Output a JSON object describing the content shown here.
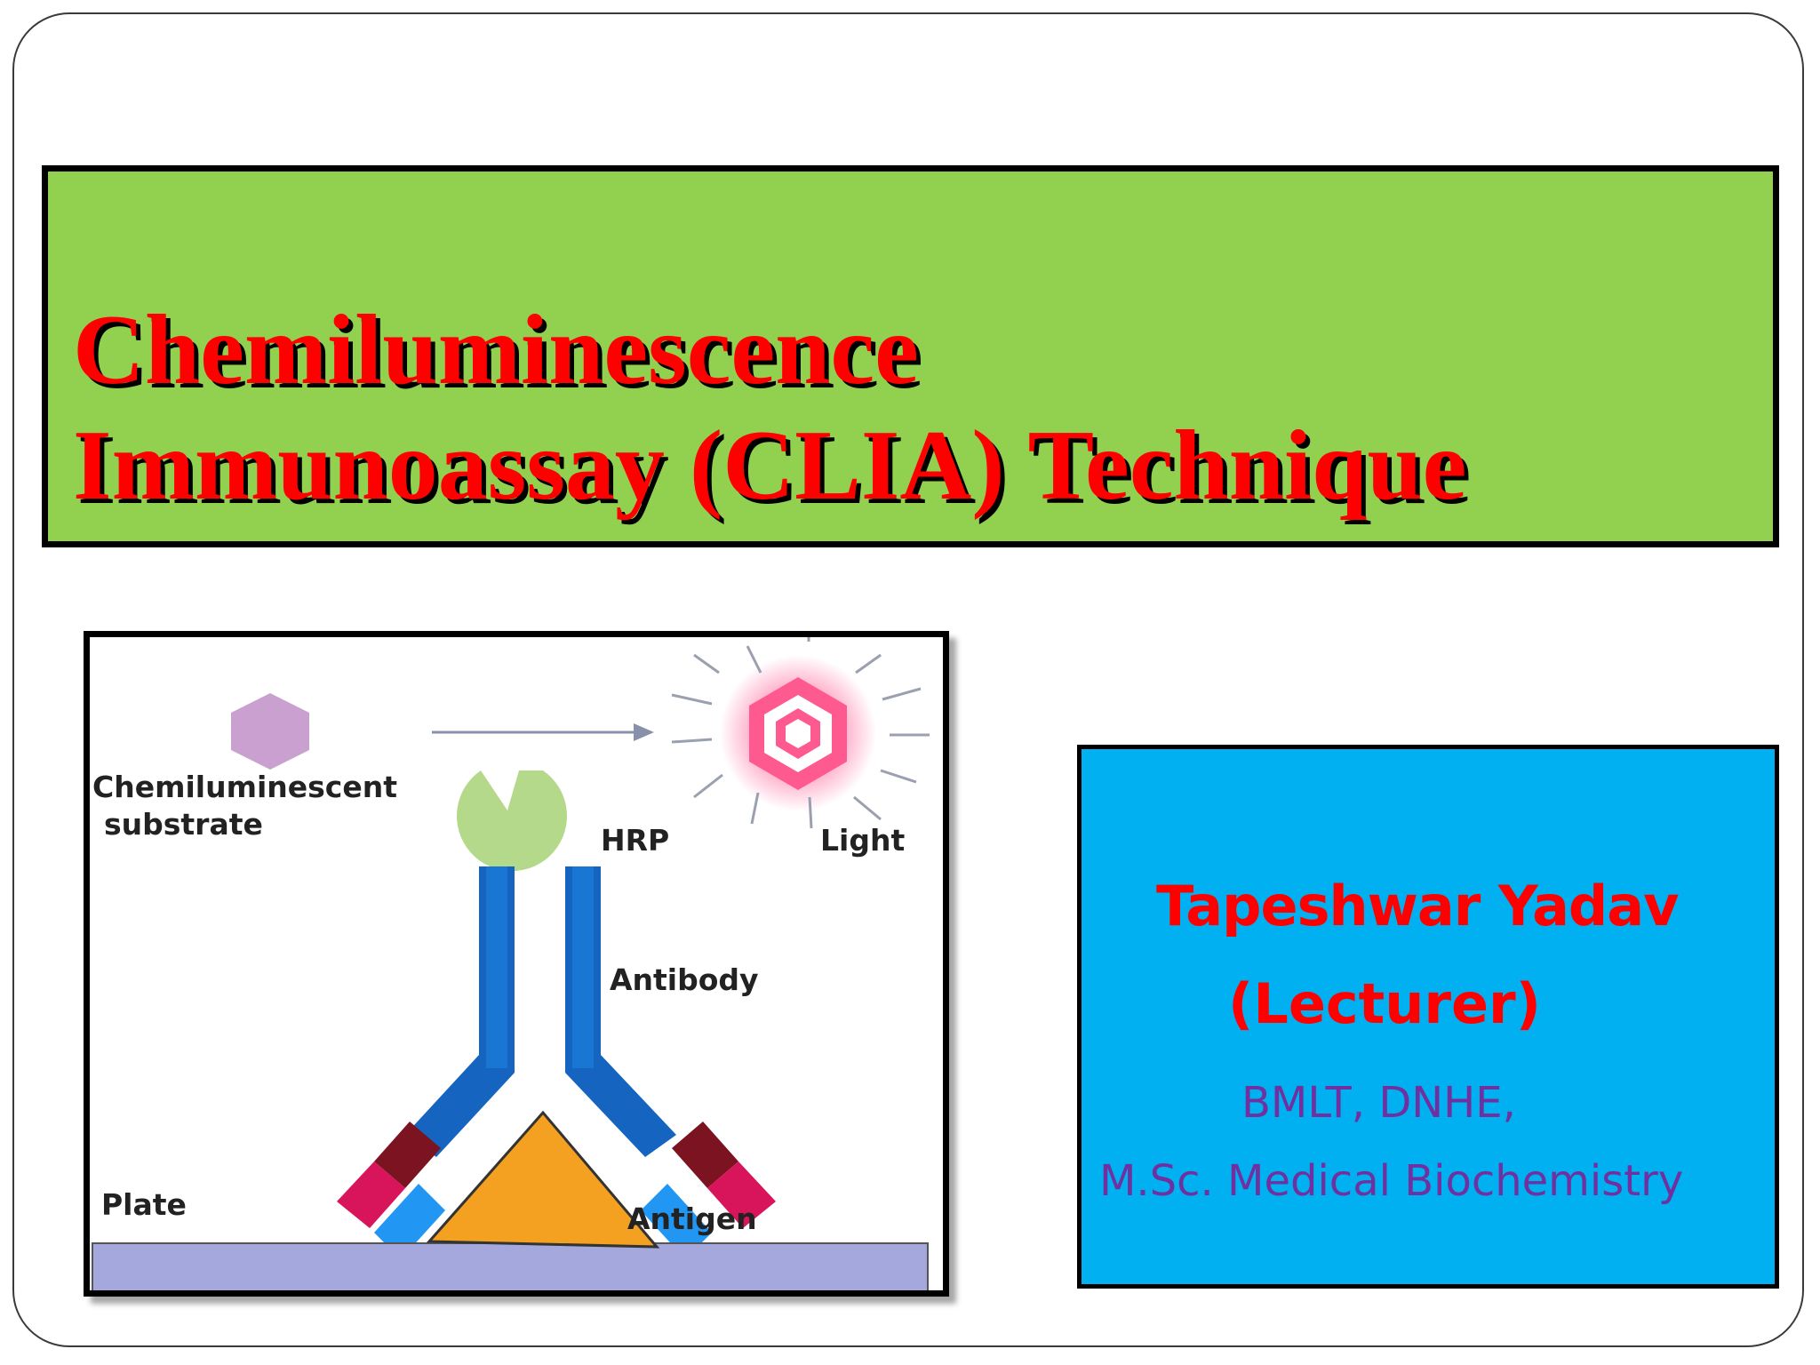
{
  "title": {
    "line1": "Chemiluminescence",
    "line2": "Immunoassay (CLIA) Technique"
  },
  "diagram": {
    "labels": {
      "substrate_line1": "Chemiluminescent",
      "substrate_line2": "substrate",
      "hrp": "HRP",
      "light": "Light",
      "antibody": "Antibody",
      "plate": "Plate",
      "antigen": "Antigen"
    },
    "colors": {
      "substrate": "#c9a0d0",
      "light": "#ff4d88",
      "hrp": "#b5d98a",
      "antibody": "#1565c0",
      "antigen": "#f4a020",
      "plate": "#a4a8dc",
      "chain_dark": "#7b1420",
      "chain_pink": "#d8145a",
      "chain_light": "#2196f3"
    }
  },
  "author": {
    "name": "Tapeshwar Yadav",
    "role": "(Lecturer)",
    "degree_line1": "BMLT, DNHE,",
    "degree_line2": "M.Sc. Medical Biochemistry"
  },
  "colors": {
    "title_bg": "#92d050",
    "title_text": "#ff0000",
    "author_bg": "#00b0f0",
    "author_name": "#ff0000",
    "author_degree": "#7030a0"
  }
}
